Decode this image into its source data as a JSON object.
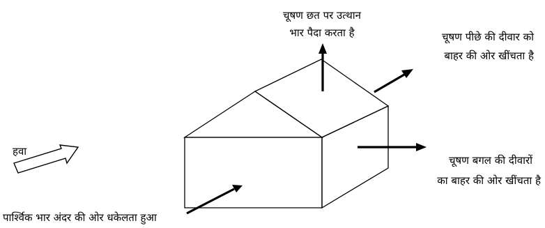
{
  "labels": {
    "roof_lift_line1": "चूषण छत पर उत्थान",
    "roof_lift_line2": "भार पैदा करता है",
    "back_wall_line1": "चूषण पीछे की दीवार को",
    "back_wall_line2": "बाहर की ओर खींचता है",
    "wind": "हवा",
    "side_wall_line1": "चूषण बगल की दीवारों",
    "side_wall_line2": "का बाहर की ओर खींचता है",
    "windward_push": "पार्श्विक भार अंदर की ओर धकेलता हुआ"
  }
}
